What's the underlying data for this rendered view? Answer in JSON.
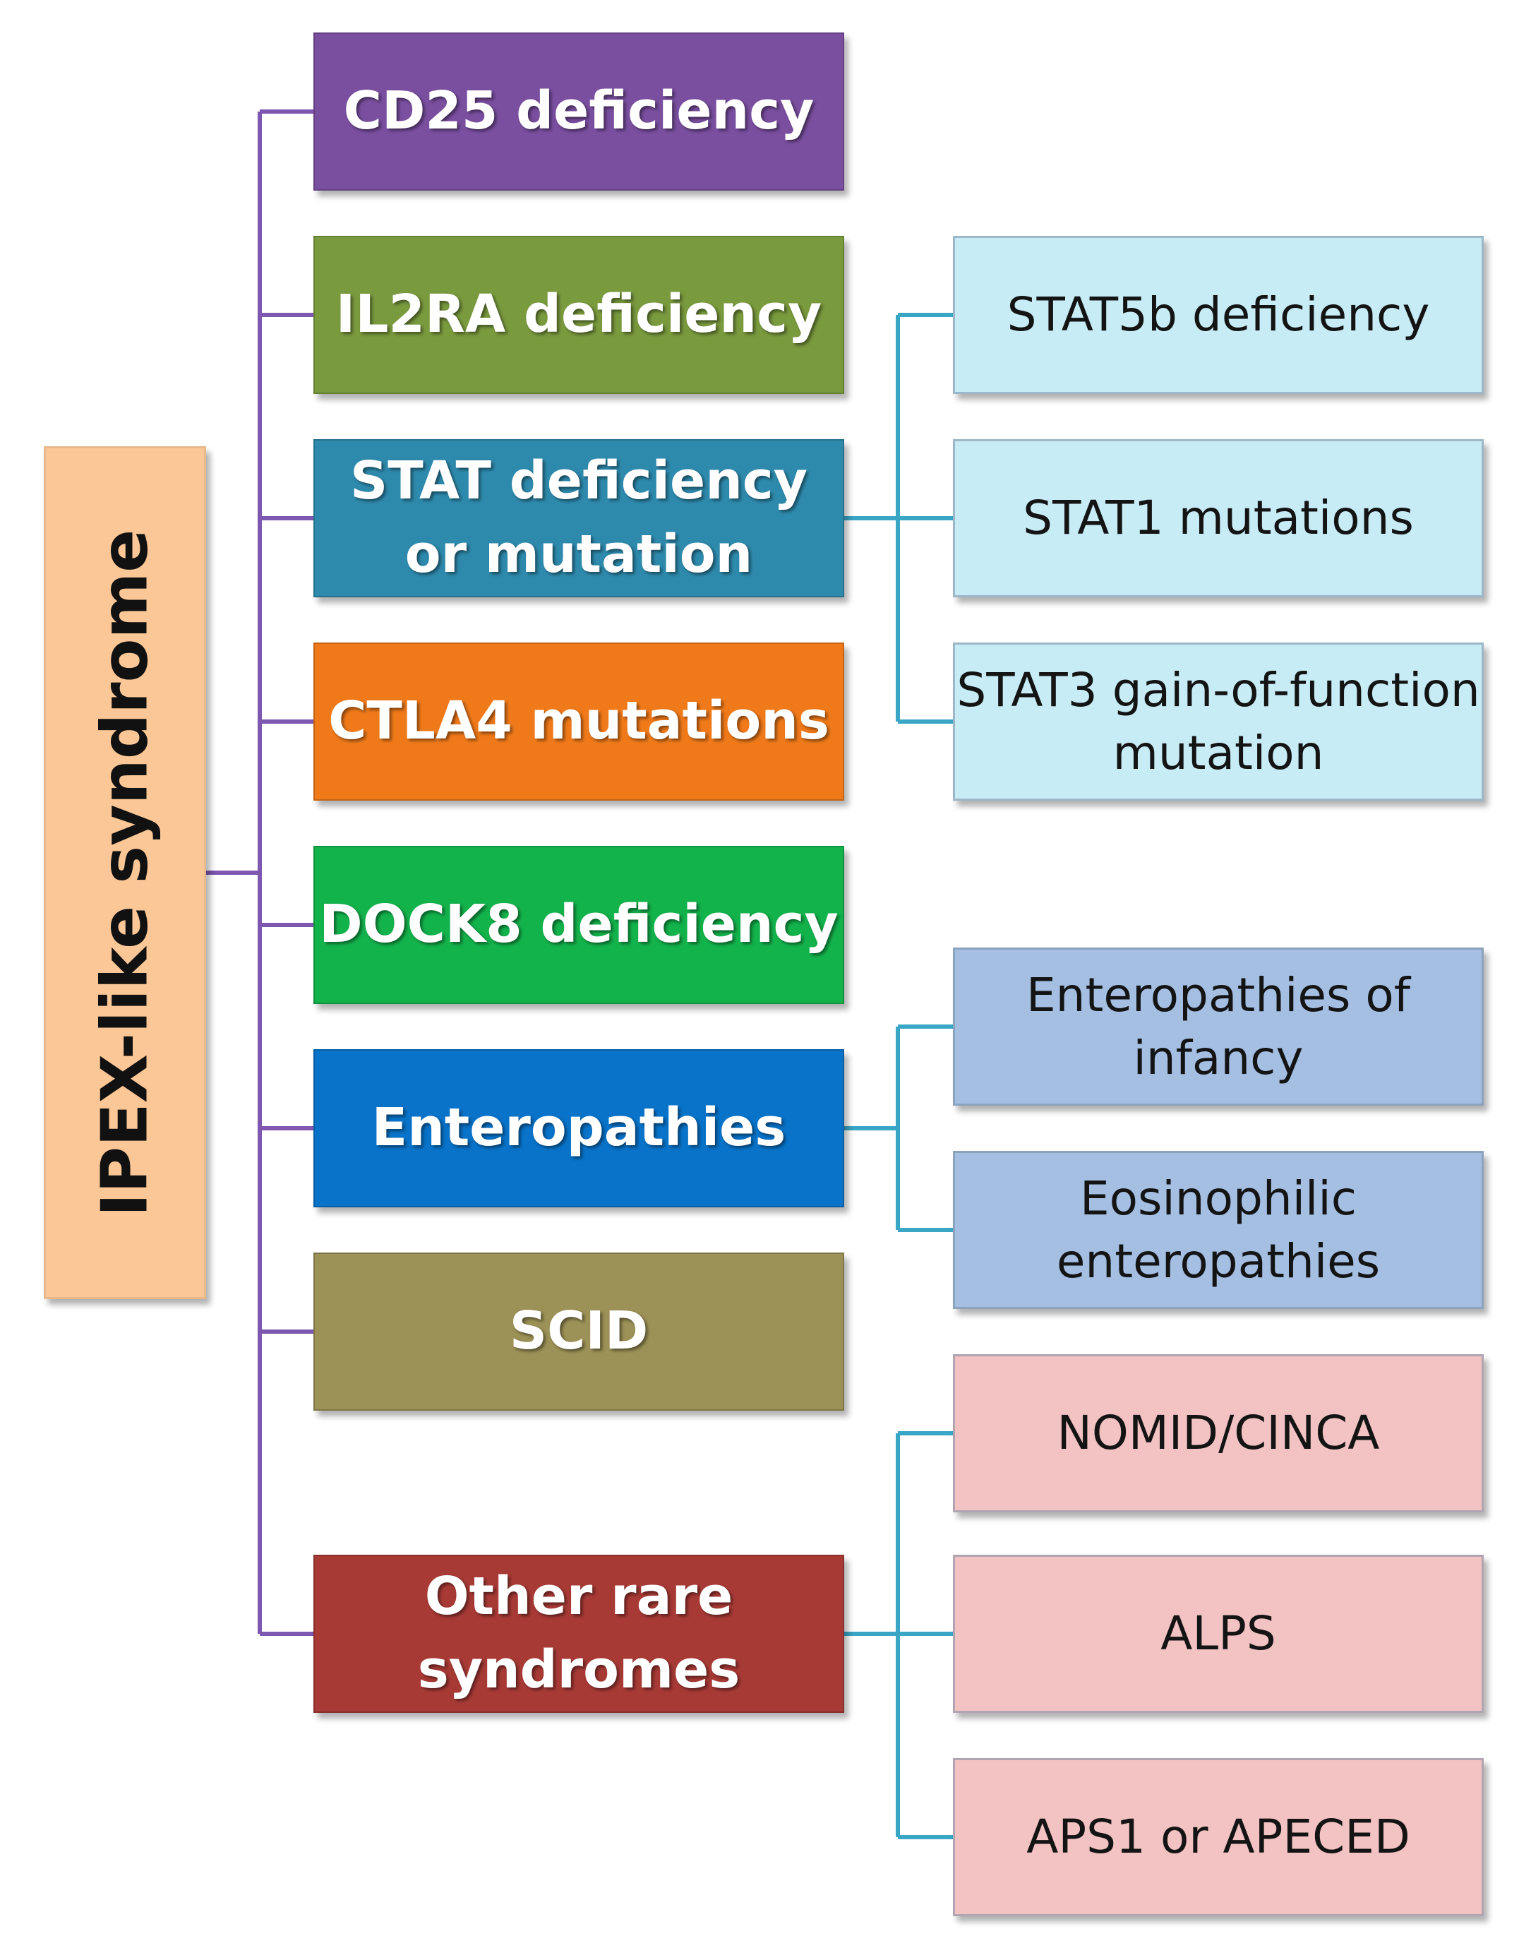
{
  "root": {
    "label": "IPEX-like syndrome",
    "color": "#fbc796"
  },
  "categories": [
    {
      "label": "CD25 deficiency",
      "color": "#7a4fa0"
    },
    {
      "label": "IL2RA deficiency",
      "color": "#7a9a3e"
    },
    {
      "label": "STAT deficiency or mutation",
      "color": "#2e8aad"
    },
    {
      "label": "CTLA4 mutations",
      "color": "#f07a1a"
    },
    {
      "label": "DOCK8 deficiency",
      "color": "#13b34c"
    },
    {
      "label": "Enteropathies",
      "color": "#0873c9"
    },
    {
      "label": "SCID",
      "color": "#9c9156"
    },
    {
      "label": "Other rare syndromes",
      "color": "#a83a36"
    }
  ],
  "subgroups": {
    "stat": {
      "color": "#c7ecf6",
      "items": [
        "STAT5b deficiency",
        "STAT1 mutations",
        "STAT3 gain-of-function mutation"
      ]
    },
    "enteropathies": {
      "color": "#a5bfe3",
      "items": [
        "Enteropathies of infancy",
        "Eosinophilic enteropathies"
      ]
    },
    "other": {
      "color": "#f3c3c3",
      "items": [
        "NOMID/CINCA",
        "ALPS",
        "APS1 or APECED"
      ]
    }
  },
  "connector_colors": {
    "primary": "#7e57b0",
    "secondary": "#3aa6c6"
  }
}
